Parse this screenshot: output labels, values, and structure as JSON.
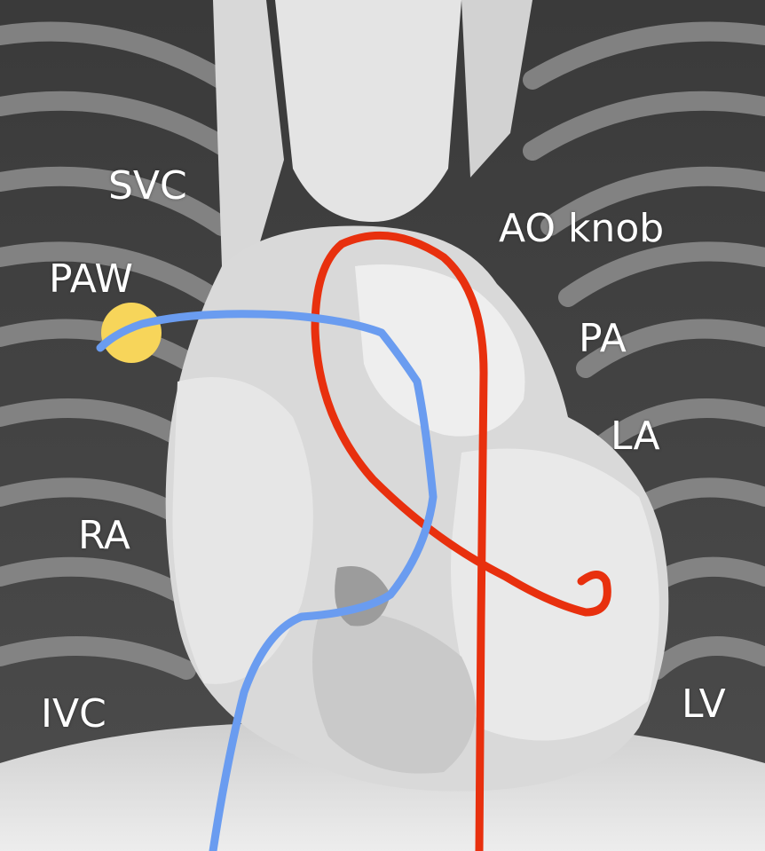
{
  "labels": {
    "svc": "SVC",
    "paw": "PAW",
    "ao_knob": "AO knob",
    "pa": "PA",
    "la": "LA",
    "ra": "RA",
    "ivc": "IVC",
    "lv": "LV"
  },
  "colors": {
    "catheter_blue": "#6a9cf0",
    "catheter_red": "#e8300e",
    "wedge_marker": "#f7d55a",
    "label_text": "#ffffff"
  },
  "icons": {
    "background": "chest-xray-heart-illustration"
  }
}
